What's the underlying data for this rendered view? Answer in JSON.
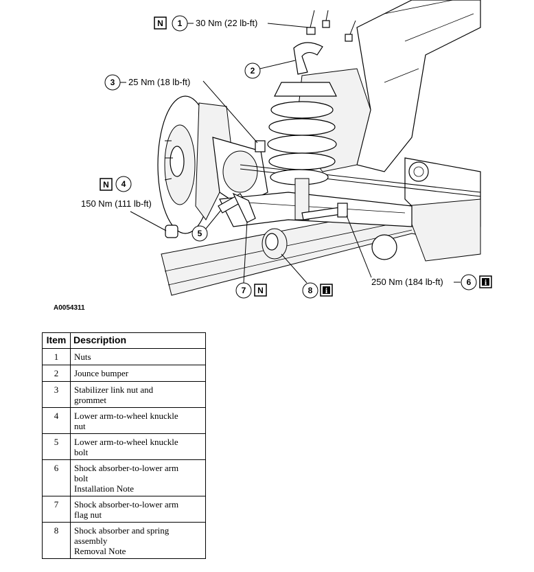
{
  "figure_id": "A0054311",
  "callouts": {
    "c1": {
      "num": "1",
      "text": "30 Nm (22 lb-ft)",
      "badge": "N"
    },
    "c2": {
      "num": "2"
    },
    "c3": {
      "num": "3",
      "text": "25 Nm (18 lb-ft)"
    },
    "c4": {
      "num": "4",
      "text": "150 Nm (111 lb-ft)",
      "badge": "N"
    },
    "c5": {
      "num": "5"
    },
    "c6": {
      "num": "6",
      "text": "250 Nm (184 lb-ft)",
      "badge": "i"
    },
    "c7": {
      "num": "7",
      "badge": "N"
    },
    "c8": {
      "num": "8",
      "badge": "i"
    }
  },
  "legend": {
    "headers": {
      "item": "Item",
      "description": "Description"
    },
    "rows": [
      {
        "item": "1",
        "description": "Nuts"
      },
      {
        "item": "2",
        "description": "Jounce bumper"
      },
      {
        "item": "3",
        "description": "Stabilizer link nut and\ngrommet"
      },
      {
        "item": "4",
        "description": "Lower arm-to-wheel knuckle\nnut"
      },
      {
        "item": "5",
        "description": "Lower arm-to-wheel knuckle\nbolt"
      },
      {
        "item": "6",
        "description": "Shock absorber-to-lower arm\nbolt\nInstallation Note"
      },
      {
        "item": "7",
        "description": "Shock absorber-to-lower arm\nflag nut"
      },
      {
        "item": "8",
        "description": "Shock absorber and spring\nassembly\nRemoval Note"
      }
    ]
  }
}
